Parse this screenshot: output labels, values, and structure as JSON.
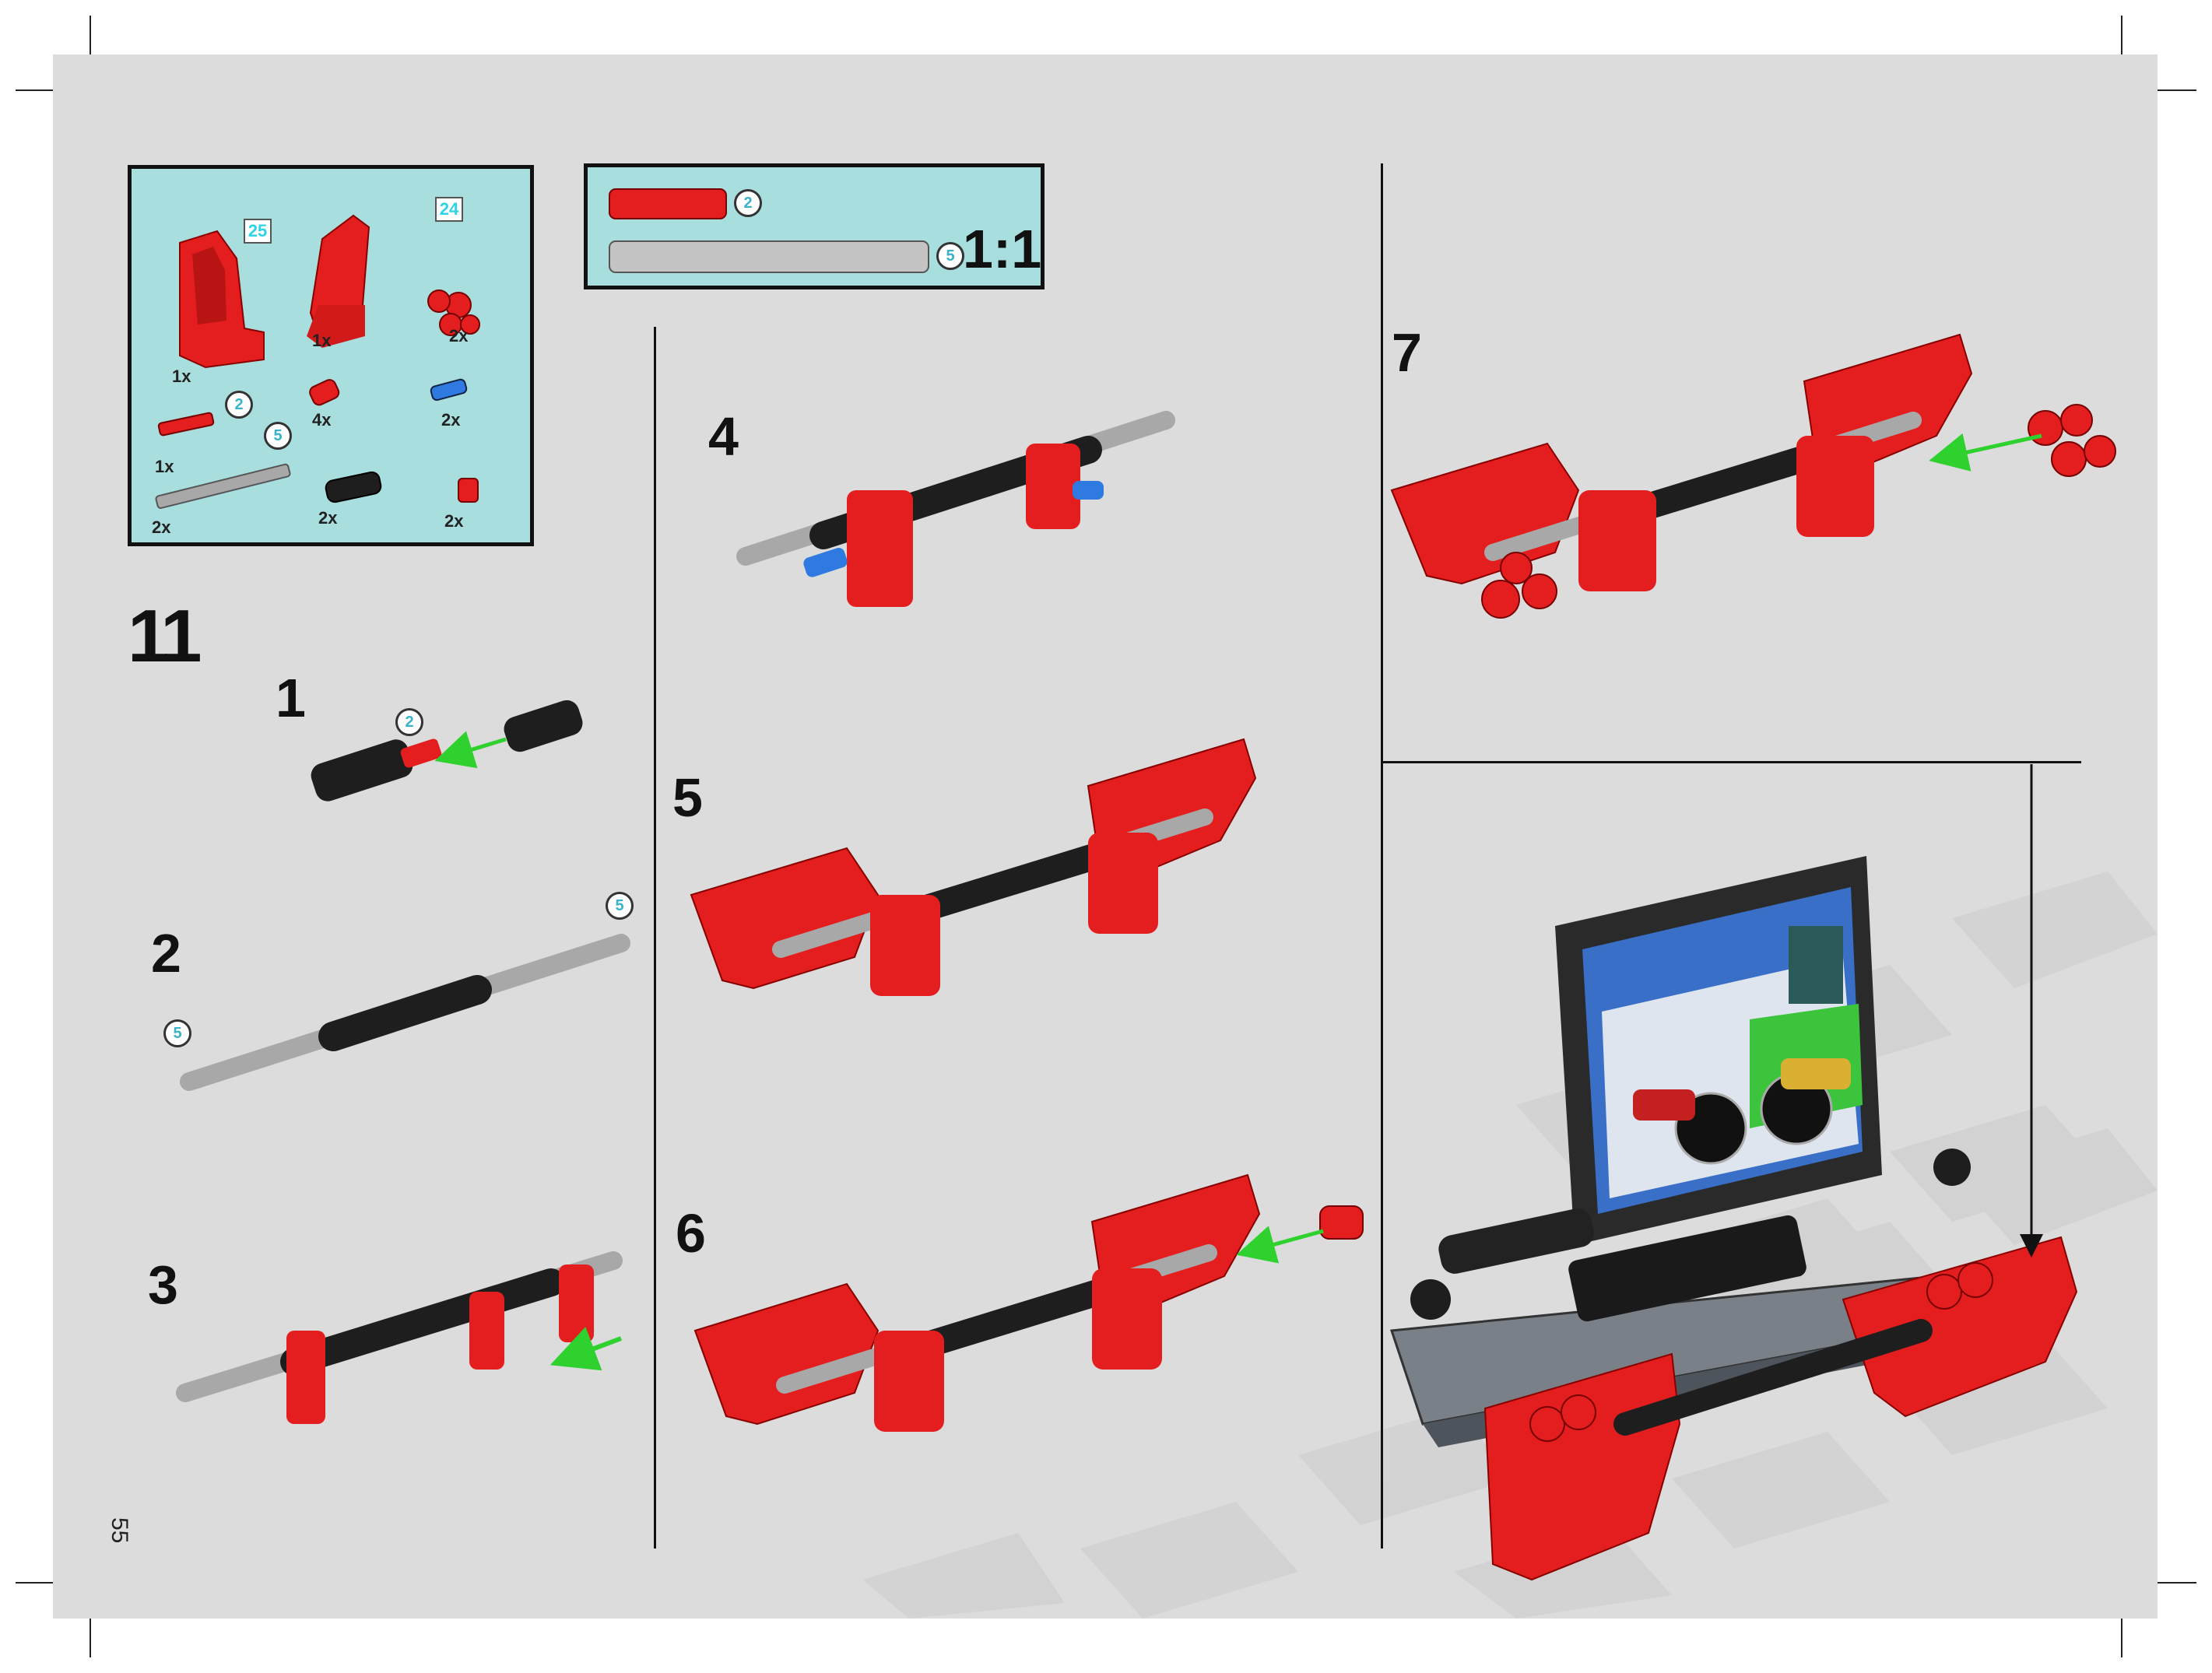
{
  "page": {
    "number": "55",
    "main_step": "11",
    "scale_label": "1:1"
  },
  "colors": {
    "part_red": "#e41e1e",
    "part_black": "#1e1e1e",
    "axle_gray": "#a8a8a8",
    "panel_bg": "#a8dede",
    "callout_cyan": "#2ed3e6",
    "arrow_green": "#2fd12f",
    "pin_blue": "#2f7ae0"
  },
  "parts_panel": {
    "callouts": [
      "25",
      "24"
    ],
    "quantities": [
      "1x",
      "1x",
      "2x",
      "1x",
      "4x",
      "2x",
      "2x",
      "2x",
      "2x"
    ],
    "length_marks": [
      "2",
      "5"
    ]
  },
  "scale_panel": {
    "length_marks": [
      "2",
      "5"
    ]
  },
  "substeps": [
    "1",
    "2",
    "3",
    "4",
    "5",
    "6",
    "7"
  ],
  "step_length_marks": {
    "s1": "2",
    "s2_right": "5",
    "s2_left": "5"
  },
  "model_icons": [
    "axle-red-icon",
    "axle-gray-icon",
    "axle-joiner-icon",
    "bracket-part-icon",
    "tv-monitor-icon",
    "tread-base-icon"
  ]
}
